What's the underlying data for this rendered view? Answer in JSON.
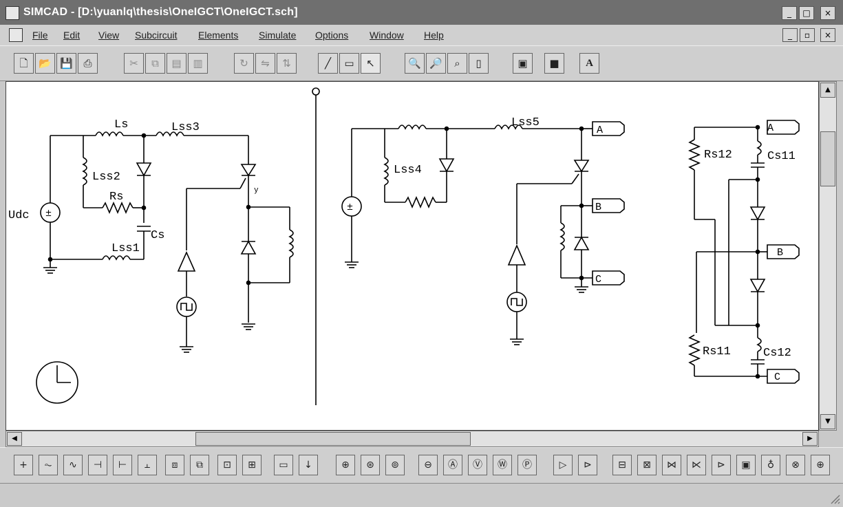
{
  "window": {
    "title": "SIMCAD - [D:\\yuanlq\\thesis\\OneIGCT\\OneIGCT.sch]",
    "buttons": {
      "minimize": "_",
      "maximize": "□",
      "close": "×"
    },
    "doc_buttons": {
      "minimize": "_",
      "restore": "▫",
      "close": "×"
    }
  },
  "menu": {
    "items": [
      "File",
      "Edit",
      "View",
      "Subcircuit",
      "Elements",
      "Simulate",
      "Options",
      "Window",
      "Help"
    ]
  },
  "toolbar": {
    "icons": [
      "new-file-icon",
      "open-file-icon",
      "save-icon",
      "print-icon",
      "cut-icon",
      "copy-icon",
      "paste-icon",
      "clipboard-icon",
      "rotate-icon",
      "flip-horizontal-icon",
      "flip-vertical-icon",
      "wire-icon",
      "label-icon",
      "pointer-icon",
      "zoom-in-icon",
      "zoom-out-icon",
      "zoom-area-icon",
      "fit-page-icon",
      "run-simulation-icon",
      "scope-icon",
      "text-icon"
    ],
    "text_button": "A"
  },
  "schematic": {
    "labels": {
      "udc": "Udc",
      "ls": "Ls",
      "lss3": "Lss3",
      "lss2": "Lss2",
      "rs": "Rs",
      "cs": "Cs",
      "lss1": "Lss1",
      "lss4": "Lss4",
      "lss5": "Lss5",
      "rs12": "Rs12",
      "cs11": "Cs11",
      "rs11": "Rs11",
      "cs12": "Cs12"
    },
    "connectors": {
      "a1": "A",
      "b1": "B",
      "c1": "C",
      "a2": "A",
      "b2": "B",
      "c2": "C"
    },
    "diode_marks": {
      "m": "y"
    },
    "source_symbol": "±"
  },
  "element_bar": {
    "icons": [
      "ground-icon",
      "resistor-icon",
      "inductor-icon",
      "capacitor-icon",
      "capacitor-polar-icon",
      "capacitor-variable-icon",
      "transformer-icon",
      "transformer-2-icon",
      "switch-icon",
      "switch-2-icon",
      "battery-icon",
      "current-source-icon",
      "voltage-source-icon",
      "ac-source-icon",
      "pulse-source-icon",
      "meter-icon",
      "ammeter-icon",
      "voltmeter-icon",
      "wattmeter-icon",
      "probe-icon",
      "diode-icon",
      "thyristor-icon",
      "gate-drive-icon",
      "comparator-icon",
      "logic-icon",
      "logic-2-icon",
      "op-amp-icon",
      "block-icon",
      "sensor-icon",
      "motor-icon",
      "load-icon"
    ]
  }
}
